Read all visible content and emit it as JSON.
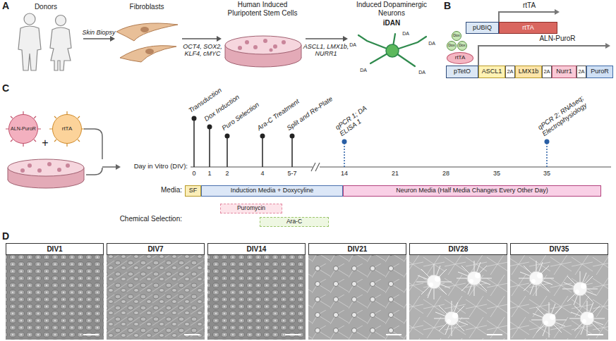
{
  "diagram": {
    "nodes": [
      {
        "text": [
          "pUBIQ"
        ]
      },
      {
        "text": [
          "rtTA"
        ]
      },
      {
        "text": [
          "Dox"
        ]
      },
      {
        "text": [
          "Dox"
        ]
      },
      {
        "text": [
          "Dox"
        ]
      },
      {
        "text": [
          "rtTA"
        ]
      },
      {
        "text": [
          "pTetO"
        ]
      },
      {
        "text": [
          "ASCL1"
        ]
      },
      {
        "text": [
          "2A"
        ]
      },
      {
        "text": [
          "LMX1b"
        ]
      },
      {
        "text": [
          "2A"
        ]
      },
      {
        "text": [
          "Nurr1"
        ]
      },
      {
        "text": [
          "2A"
        ]
      },
      {
        "text": [
          "PuroR"
        ]
      },
      {
        "text": [
          "ALN-PuroR"
        ]
      },
      {
        "text": [
          "rtTA"
        ]
      },
      {
        "text": [
          "SF"
        ]
      },
      {
        "text": [
          "Induction Media + Doxycyline"
        ]
      },
      {
        "text": [
          "Neuron Media (Half Media Changes Every Other Day)"
        ]
      },
      {
        "text": [
          "Puromycin"
        ]
      },
      {
        "text": [
          "Ara-C"
        ]
      },
      {
        "text": [
          "DIV1"
        ]
      },
      {
        "text": [
          "DIV7"
        ]
      },
      {
        "text": [
          "DIV14"
        ]
      },
      {
        "text": [
          "DIV21"
        ]
      },
      {
        "text": [
          "DIV28"
        ]
      },
      {
        "text": [
          "DIV35"
        ]
      }
    ],
    "labels": [
      "A",
      "Donors",
      "Fibroblasts",
      "Human Induced Pluripotent Stem Cells",
      "Induced Dopaminergic Neurons",
      "iDAN",
      "Skin Biopsy",
      "OCT4, SOX2, KLF4, cMYC",
      "ASCL1, LMX1b, NURR1",
      "DA",
      "DA",
      "DA",
      "DA",
      "DA",
      "B",
      "rtTA",
      "ALN-PuroR",
      "C",
      "+",
      "Transduction",
      "Dox Induction",
      "Puro Selection",
      "Ara-C Treatment",
      "Split and Re-Plate",
      "qPCR 1; DA ELISA 1",
      "qPCR 2; RNAseq; Electrophysiology",
      "Day in Vitro (DIV):",
      "0",
      "1",
      "2",
      "4",
      "5-7",
      "14",
      "21",
      "28",
      "35",
      "35",
      "Media:",
      "Chemical Selection:",
      "D"
    ]
  }
}
